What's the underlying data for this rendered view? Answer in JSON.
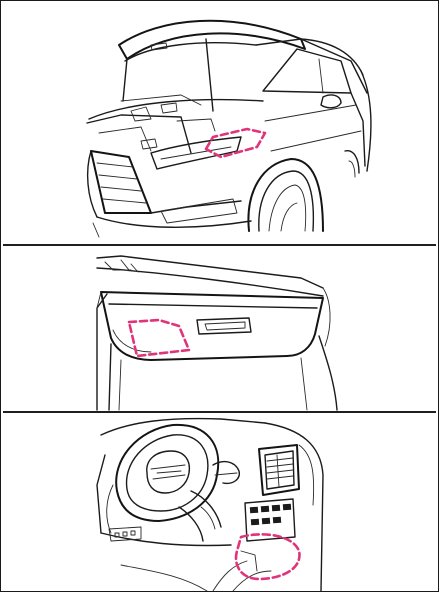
{
  "document": {
    "panels": [
      {
        "name": "engine-compartment-panel",
        "subject": "engine-compartment"
      },
      {
        "name": "glove-box-panel",
        "subject": "passenger-dash-glove-box"
      },
      {
        "name": "driver-dash-panel",
        "subject": "driver-lower-dash"
      }
    ]
  },
  "colors": {
    "ink": "#1b1b1b",
    "location_marker": "#e0347a",
    "background": "#ffffff",
    "divider": "#1f1f1f"
  }
}
